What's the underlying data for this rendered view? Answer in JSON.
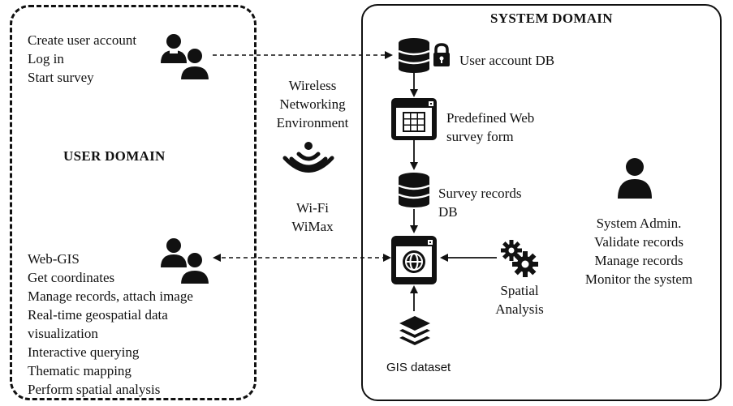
{
  "user_domain": {
    "title": "USER DOMAIN",
    "account_actions": [
      "Create user account",
      "Log in",
      "Start survey"
    ],
    "webgis_actions": [
      "Web-GIS",
      "Get coordinates",
      "Manage records, attach image",
      "Real-time geospatial data",
      "visualization",
      "Interactive querying",
      "Thematic mapping",
      "Perform spatial analysis"
    ],
    "user_icon": "users-icon"
  },
  "network": {
    "environment_lines": [
      "Wireless",
      "Networking",
      "Environment"
    ],
    "technologies": [
      "Wi-Fi",
      "WiMax"
    ],
    "icon": "wifi-icon"
  },
  "system_domain": {
    "title": "SYSTEM DOMAIN",
    "user_account_db": "User account DB",
    "survey_form": [
      "Predefined Web",
      "survey form"
    ],
    "survey_records_db": [
      "Survey records",
      "DB"
    ],
    "spatial_analysis": [
      "Spatial",
      "Analysis"
    ],
    "gis_dataset": "GIS dataset",
    "admin_lines": [
      "System Admin.",
      "Validate records",
      "Manage records",
      "Monitor the system"
    ],
    "icons": {
      "database": "database-icon",
      "lock": "lock-icon",
      "form": "web-form-icon",
      "webgis": "globe-window-icon",
      "gears": "gears-icon",
      "layers": "layers-icon",
      "admin": "admin-user-icon"
    }
  }
}
